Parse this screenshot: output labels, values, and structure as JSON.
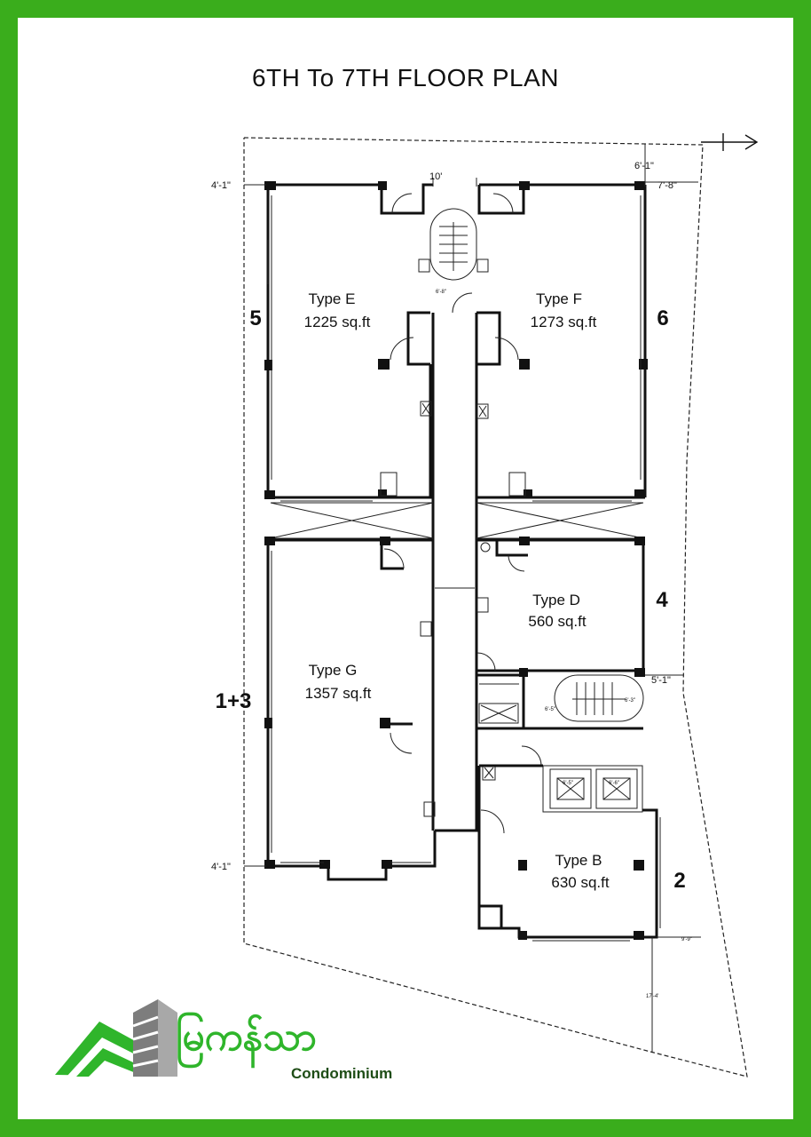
{
  "title": "6TH To 7TH  FLOOR PLAN",
  "units": [
    {
      "id": "E",
      "name": "Type E",
      "area": "1225 sq.ft",
      "number": "5"
    },
    {
      "id": "F",
      "name": "Type F",
      "area": "1273 sq.ft",
      "number": "6"
    },
    {
      "id": "D",
      "name": "Type D",
      "area": "560 sq.ft",
      "number": "4"
    },
    {
      "id": "G",
      "name": "Type G",
      "area": "1357 sq.ft",
      "number": "1+3"
    },
    {
      "id": "B",
      "name": "Type B",
      "area": "630 sq.ft",
      "number": "2"
    }
  ],
  "dimensions": {
    "top_center": "10'",
    "top_right_upper": "6'-1\"",
    "top_right_lower": "7'-8\"",
    "left_top": "4'-1\"",
    "left_bottom": "4'-1\"",
    "right_mid": "5'-1\"",
    "bottom_right_a": "9'-9\"",
    "bottom_right_b": "17'-4'",
    "stair_top": "6'-8\"",
    "stair_mid_left": "6'-5\"",
    "stair_mid_right": "6'-3\"",
    "lift_left": "6'-5\"",
    "lift_right": "6'-6\""
  },
  "logo": {
    "script": "မြကန်သာ",
    "text": "Condominium",
    "color_green": "#2fb52b",
    "color_dark": "#1e4d16",
    "color_grey": "#7d7d7d"
  },
  "colors": {
    "border": "#3aad1c",
    "paper": "#ffffff",
    "ink": "#111111"
  },
  "icons": [
    "north-arrow-icon",
    "building-logo-icon"
  ]
}
